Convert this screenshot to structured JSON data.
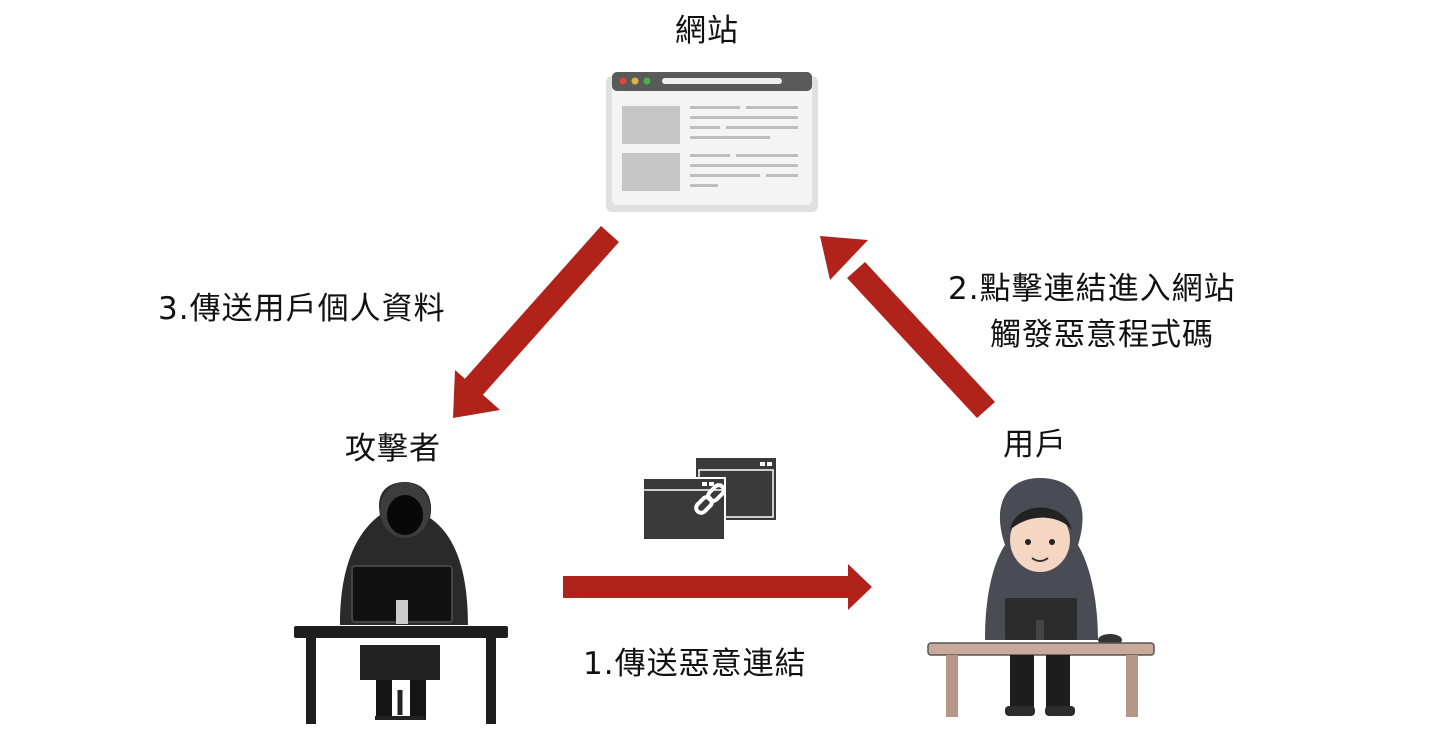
{
  "nodes": {
    "website": "網站",
    "attacker": "攻擊者",
    "user": "用戶"
  },
  "steps": {
    "step1": "1.傳送惡意連結",
    "step2_line1": "2.點擊連結進入網站",
    "step2_line2": "觸發惡意程式碼",
    "step3": "3.傳送用戶個人資料"
  },
  "colors": {
    "arrow": "#b0221a",
    "icon_dark": "#3a3a3a",
    "hood_user": "#4a4c55",
    "desk_user": "#c9a99a"
  }
}
